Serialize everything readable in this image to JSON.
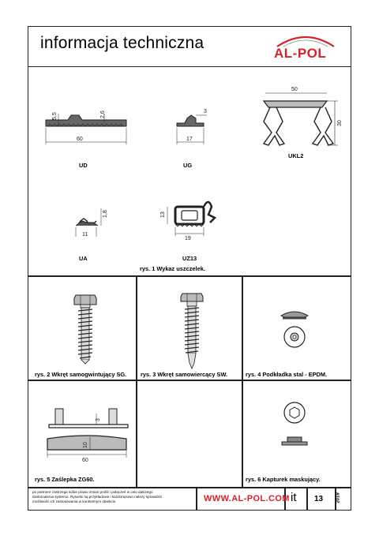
{
  "header": {
    "title": "informacja techniczna",
    "logo_text": "AL-POL",
    "brand_color": "#d5232b"
  },
  "profiles": {
    "ud": {
      "label": "UD",
      "dim_width": "60",
      "dim_h1": "5,5",
      "dim_h2": "2,6"
    },
    "ug": {
      "label": "UG",
      "dim_width": "17",
      "dim_h": "3"
    },
    "ukl2": {
      "label": "UKL2",
      "dim_width": "50",
      "dim_h": "30"
    },
    "ua": {
      "label": "UA",
      "dim_width": "11",
      "dim_h": "1,8"
    },
    "uz13": {
      "label": "UZ13",
      "dim_width": "19",
      "dim_h": "13"
    },
    "caption": "rys. 1 Wykaz uszczelek."
  },
  "figures": {
    "fig2": "rys. 2 Wkręt samogwintujący SG.",
    "fig3": "rys. 3 Wkręt samowiercący SW.",
    "fig4": "rys. 4 Podkładka stal - EPDM.",
    "fig5": "rys. 5 Zaślepka ZG60.",
    "fig5_dim_width": "60",
    "fig5_dim_h": "10",
    "fig5_dim_small": "3",
    "fig6": "rys. 6 Kapturek maskujący."
  },
  "footer": {
    "notice_lines": [
      "po partnere zastrzega sobie prawo zmian profili i połączeń w celu dalszego",
      "doskonalenia systemu. Rysunki są przykładowe i każdorazowo należy sprawdzić",
      "możliwość ich zastosowania w konkretnym obiekcie."
    ],
    "url": "WWW.AL-POL.COM",
    "lang": "it",
    "page": "13",
    "year": "2019"
  }
}
